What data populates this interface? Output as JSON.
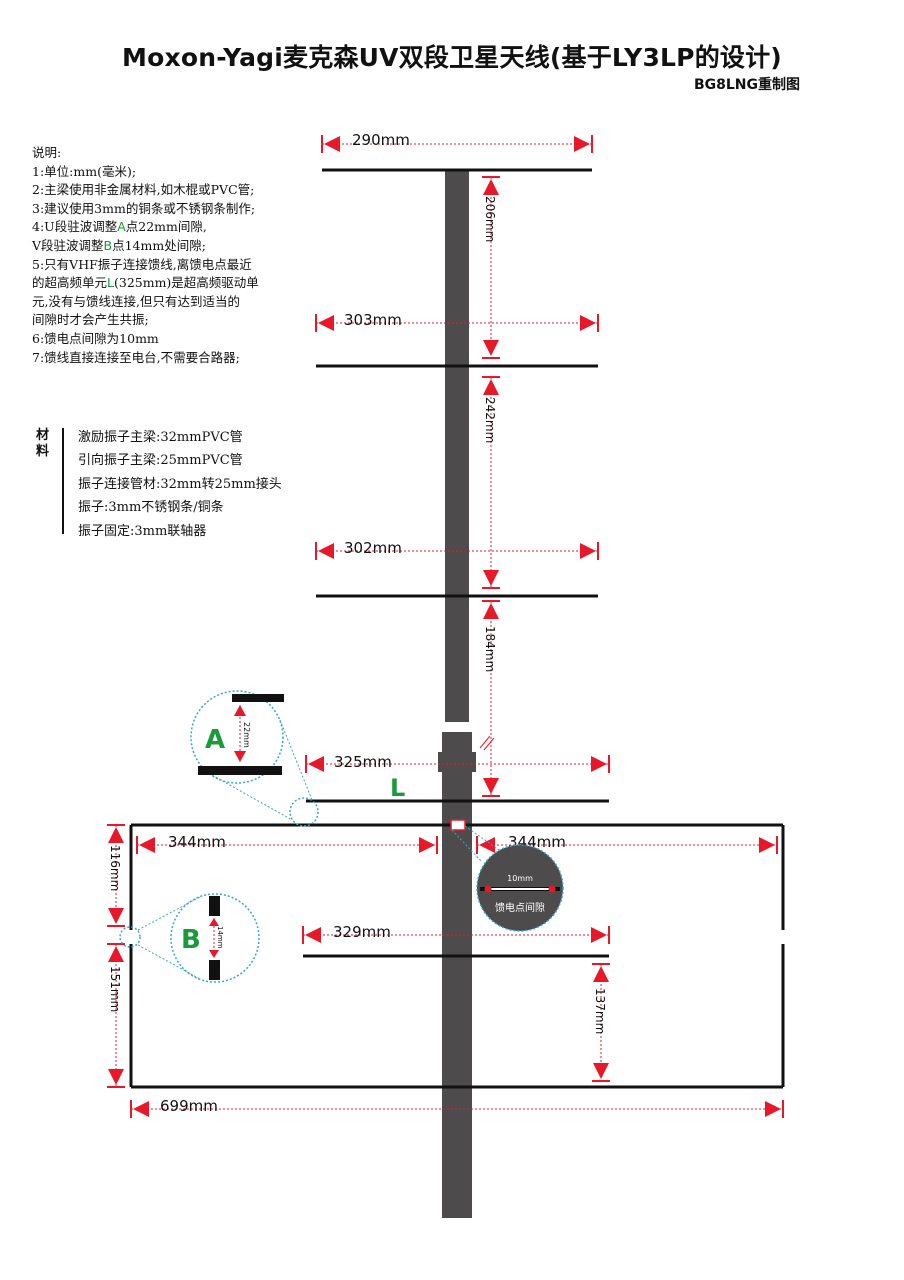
{
  "header": {
    "title": "Moxon-Yagi麦克森UV双段卫星天线(基于LY3LP的设计)",
    "author": "BG8LNG重制图"
  },
  "notes": {
    "heading": "说明:",
    "lines": [
      {
        "pre": "1:单位:mm(毫米);"
      },
      {
        "pre": "2:主梁使用非金属材料,如木棍或PVC管;"
      },
      {
        "pre": "3:建议使用3mm的铜条或不锈钢条制作;"
      },
      {
        "pre": "4:U段驻波调整",
        "hl": "A",
        "post": "点22mm间隙,"
      },
      {
        "pre": "V段驻波调整",
        "hl": "B",
        "post": "点14mm处间隙;"
      },
      {
        "pre": "5:只有VHF振子连接馈线,离馈电点最近"
      },
      {
        "pre": "的超高频单元",
        "hl": "L",
        "post": "(325mm)是超高频驱动单"
      },
      {
        "pre": "元,没有与馈线连接,但只有达到适当的"
      },
      {
        "pre": "间隙时才会产生共振;"
      },
      {
        "pre": "6:馈电点间隙为10mm"
      },
      {
        "pre": "7:馈线直接连接至电台,不需要合路器;"
      }
    ]
  },
  "materials": {
    "label": "材料",
    "items": [
      "激励振子主梁:32mmPVC管",
      "引向振子主梁:25mmPVC管",
      "振子连接管材:32mm转25mm接头",
      "振子:3mm不锈钢条/铜条",
      "振子固定:3mm联轴器"
    ]
  },
  "diagram": {
    "colors": {
      "dim": "#e8182a",
      "boom": "#4d4b4b",
      "element": "#111111",
      "circle": "#3aa6c8",
      "label": "#1a9a3a"
    },
    "labels": {
      "d290": "290mm",
      "d303": "303mm",
      "d302": "302mm",
      "d325": "325mm",
      "d344a": "344mm",
      "d344b": "344mm",
      "d329": "329mm",
      "d699": "699mm",
      "v206": "206mm",
      "v242": "242mm",
      "v184": "184mm",
      "v116": "116mm",
      "v151": "151mm",
      "v137": "137mm",
      "gapA": "22mm",
      "gapB": "14mm",
      "feedGap": "10mm",
      "feedLabel": "馈电点间隙",
      "A": "A",
      "B": "B",
      "L": "L"
    }
  }
}
